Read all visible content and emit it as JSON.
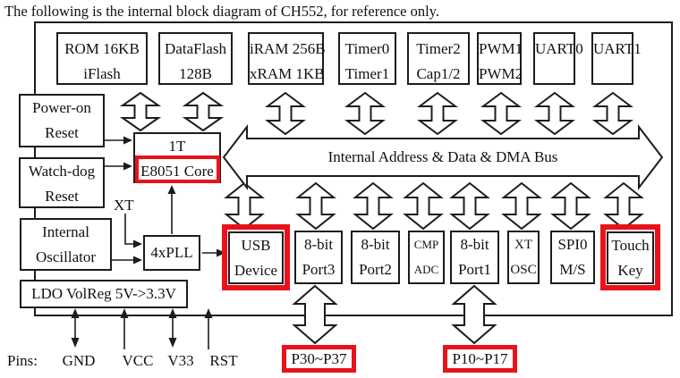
{
  "title": "The following is the internal block diagram of CH552, for reference only.",
  "colors": {
    "highlight": "#e8131a",
    "line": "#1c1c1c"
  },
  "top_row": [
    {
      "line1": "ROM 16KB",
      "line2": "iFlash"
    },
    {
      "line1": "DataFlash",
      "line2": "128B"
    },
    {
      "line1": "iRAM 256B",
      "line2": "xRAM 1KB"
    },
    {
      "line1": "Timer0",
      "line2": "Timer1"
    },
    {
      "line1": "Timer2",
      "line2": "Cap1/2"
    },
    {
      "line1": "PWM1",
      "line2": "PWM2"
    },
    {
      "line1": "UART0",
      "line2": ""
    },
    {
      "line1": "UART1",
      "line2": ""
    }
  ],
  "left_column": {
    "power_on": {
      "line1": "Power-on",
      "line2": "Reset"
    },
    "watch_dog": {
      "line1": "Watch-dog",
      "line2": "Reset"
    },
    "oscillator": {
      "line1": "Internal",
      "line2": "Oscillator"
    },
    "ldo": "LDO VolReg 5V->3.3V"
  },
  "core": {
    "line1": "1T",
    "line2": "E8051 Core"
  },
  "pll": "4xPLL",
  "xt_label": "XT",
  "bus_label": "Internal Address & Data & DMA Bus",
  "bottom_row": [
    {
      "line1": "USB",
      "line2": "Device",
      "highlighted": true
    },
    {
      "line1": "8-bit",
      "line2": "Port3",
      "highlighted": false
    },
    {
      "line1": "8-bit",
      "line2": "Port2",
      "highlighted": false
    },
    {
      "line1": "CMP",
      "line2": "ADC",
      "highlighted": false
    },
    {
      "line1": "8-bit",
      "line2": "Port1",
      "highlighted": false
    },
    {
      "line1": "XT",
      "line2": "OSC",
      "highlighted": false
    },
    {
      "line1": "SPI0",
      "line2": "M/S",
      "highlighted": false
    },
    {
      "line1": "Touch",
      "line2": "Key",
      "highlighted": true
    }
  ],
  "pins": {
    "label": "Pins:",
    "items": [
      "GND",
      "VCC",
      "V33",
      "RST"
    ]
  },
  "port_ranges": [
    "P30~P37",
    "P10~P17"
  ]
}
